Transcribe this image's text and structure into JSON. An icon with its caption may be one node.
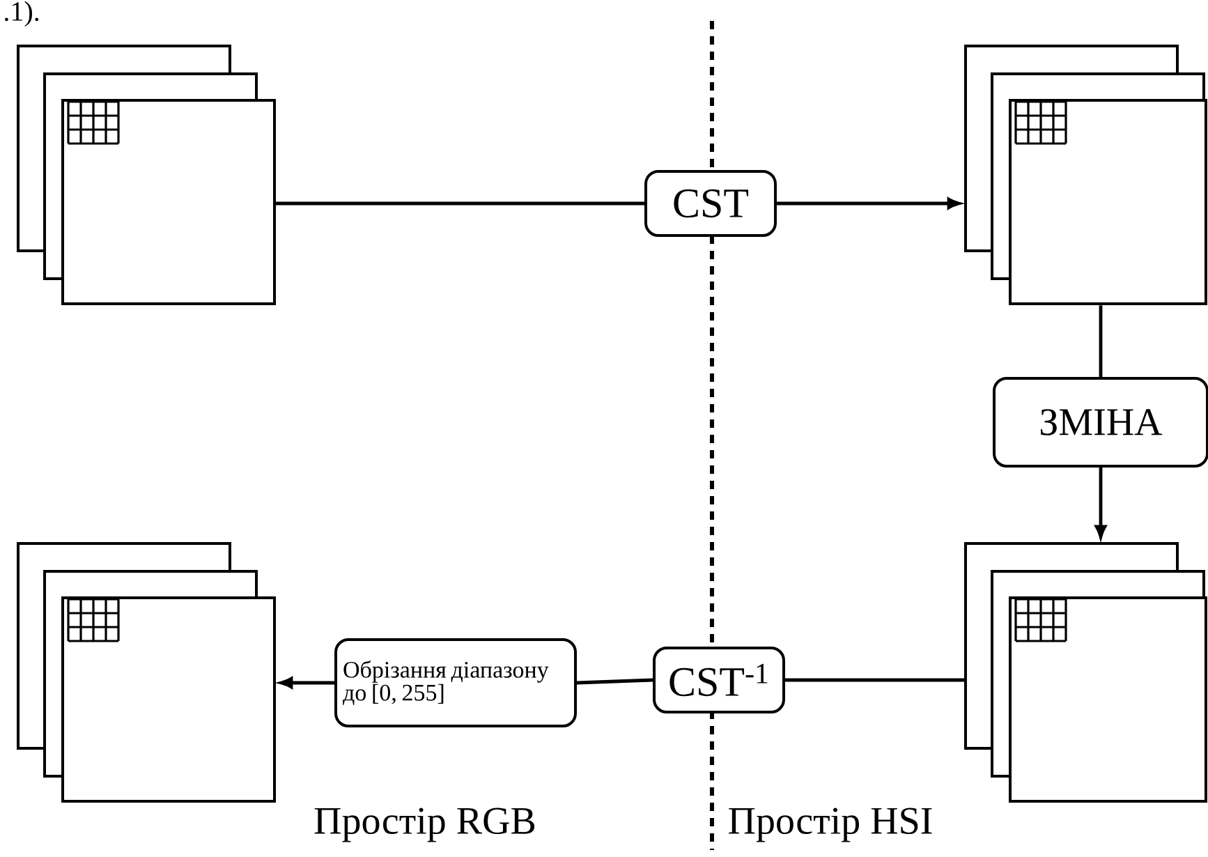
{
  "diagram": {
    "nodes": [
      {
        "text": [],
        "shape": "picture"
      },
      {
        "text": [
          "CST"
        ]
      },
      {
        "text": [],
        "shape": "picture"
      },
      {
        "text": [
          "ЗМІНА"
        ]
      },
      {
        "text": [],
        "shape": "picture"
      },
      {
        "text": [
          "CST$^{-1}$"
        ]
      },
      {
        "text": [
          "Обрізання діапазону до [0, 255]"
        ]
      },
      {
        "text": [],
        "shape": "picture"
      }
    ],
    "edges": [
      {
        "from": 0,
        "to": 1,
        "arrow": "none"
      },
      {
        "from": 1,
        "to": 2,
        "arrow": "to"
      },
      {
        "from": 2,
        "to": 3,
        "arrow": "none"
      },
      {
        "from": 3,
        "to": 4,
        "arrow": "to"
      },
      {
        "from": 4,
        "to": 5,
        "arrow": "none"
      },
      {
        "from": 5,
        "to": 6,
        "arrow": "none"
      },
      {
        "from": 6,
        "to": 7,
        "arrow": "to"
      }
    ],
    "labels": [
      ".1).",
      "Простір RGB",
      "Простір HSI"
    ]
  }
}
